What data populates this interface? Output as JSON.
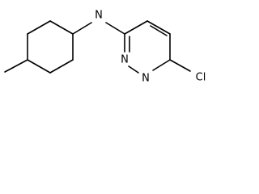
{
  "structure": {
    "atoms": {
      "amine_nitrogen": "N",
      "ring_nitrogen_upper": "N",
      "ring_nitrogen_lower": "N",
      "chlorine": "Cl"
    },
    "ink_color": "#000000",
    "background_color": "#ffffff"
  }
}
